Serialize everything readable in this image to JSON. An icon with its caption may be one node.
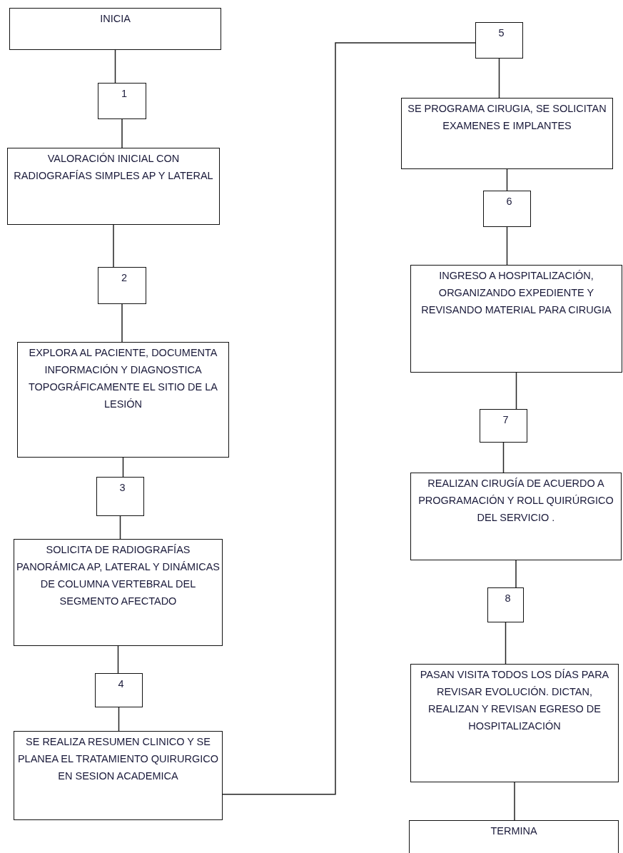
{
  "diagram": {
    "nodes": [
      {
        "text": [
          "INICIA"
        ]
      },
      {
        "text": [
          "1"
        ]
      },
      {
        "text": [
          "VALORACIÓN INICIAL CON RADIOGRAFÍAS SIMPLES AP Y LATERAL"
        ]
      },
      {
        "text": [
          "2"
        ]
      },
      {
        "text": [
          "EXPLORA AL  PACIENTE, DOCUMENTA INFORMACIÓN Y DIAGNOSTICA TOPOGRÁFICAMENTE EL SITIO DE LA LESIÓN"
        ]
      },
      {
        "text": [
          "3"
        ]
      },
      {
        "text": [
          "SOLICITA DE RADIOGRAFÍAS PANORÁMICA AP,  LATERAL Y DINÁMICAS DE COLUMNA VERTEBRAL DEL SEGMENTO AFECTADO"
        ]
      },
      {
        "text": [
          "4"
        ]
      },
      {
        "text": [
          "SE REALIZA RESUMEN CLINICO Y SE PLANEA EL TRATAMIENTO QUIRURGICO EN SESION ACADEMICA"
        ]
      },
      {
        "text": [
          "5"
        ]
      },
      {
        "text": [
          "SE PROGRAMA CIRUGIA, SE SOLICITAN EXAMENES E IMPLANTES"
        ]
      },
      {
        "text": [
          "6"
        ]
      },
      {
        "text": [
          "INGRESO  A HOSPITALIZACIÓN, ORGANIZANDO EXPEDIENTE Y REVISANDO MATERIAL PARA CIRUGIA"
        ]
      },
      {
        "text": [
          "7"
        ]
      },
      {
        "text": [
          "REALIZAN CIRUGÍA  DE ACUERDO A PROGRAMACIÓN Y ROLL QUIRÚRGICO DEL SERVICIO ."
        ]
      },
      {
        "text": [
          "8"
        ]
      },
      {
        "text": [
          "PASAN VISITA  TODOS LOS DÍAS PARA REVISAR EVOLUCIÓN. DICTAN, REALIZAN Y REVISAN EGRESO DE HOSPITALIZACIÓN"
        ]
      },
      {
        "text": [
          "TERMINA"
        ]
      }
    ],
    "edges": [
      {
        "from": 0,
        "to": 1,
        "arrow": "none"
      },
      {
        "from": 1,
        "to": 2,
        "arrow": "none"
      },
      {
        "from": 2,
        "to": 3,
        "arrow": "none"
      },
      {
        "from": 3,
        "to": 4,
        "arrow": "none"
      },
      {
        "from": 4,
        "to": 5,
        "arrow": "none"
      },
      {
        "from": 5,
        "to": 6,
        "arrow": "none"
      },
      {
        "from": 6,
        "to": 7,
        "arrow": "none"
      },
      {
        "from": 7,
        "to": 8,
        "arrow": "none"
      },
      {
        "from": 8,
        "to": 9,
        "arrow": "none"
      },
      {
        "from": 9,
        "to": 10,
        "arrow": "none"
      },
      {
        "from": 10,
        "to": 11,
        "arrow": "none"
      },
      {
        "from": 11,
        "to": 12,
        "arrow": "none"
      },
      {
        "from": 12,
        "to": 13,
        "arrow": "none"
      },
      {
        "from": 13,
        "to": 14,
        "arrow": "none"
      },
      {
        "from": 14,
        "to": 15,
        "arrow": "none"
      },
      {
        "from": 15,
        "to": 16,
        "arrow": "none"
      },
      {
        "from": 16,
        "to": 17,
        "arrow": "none"
      }
    ]
  }
}
